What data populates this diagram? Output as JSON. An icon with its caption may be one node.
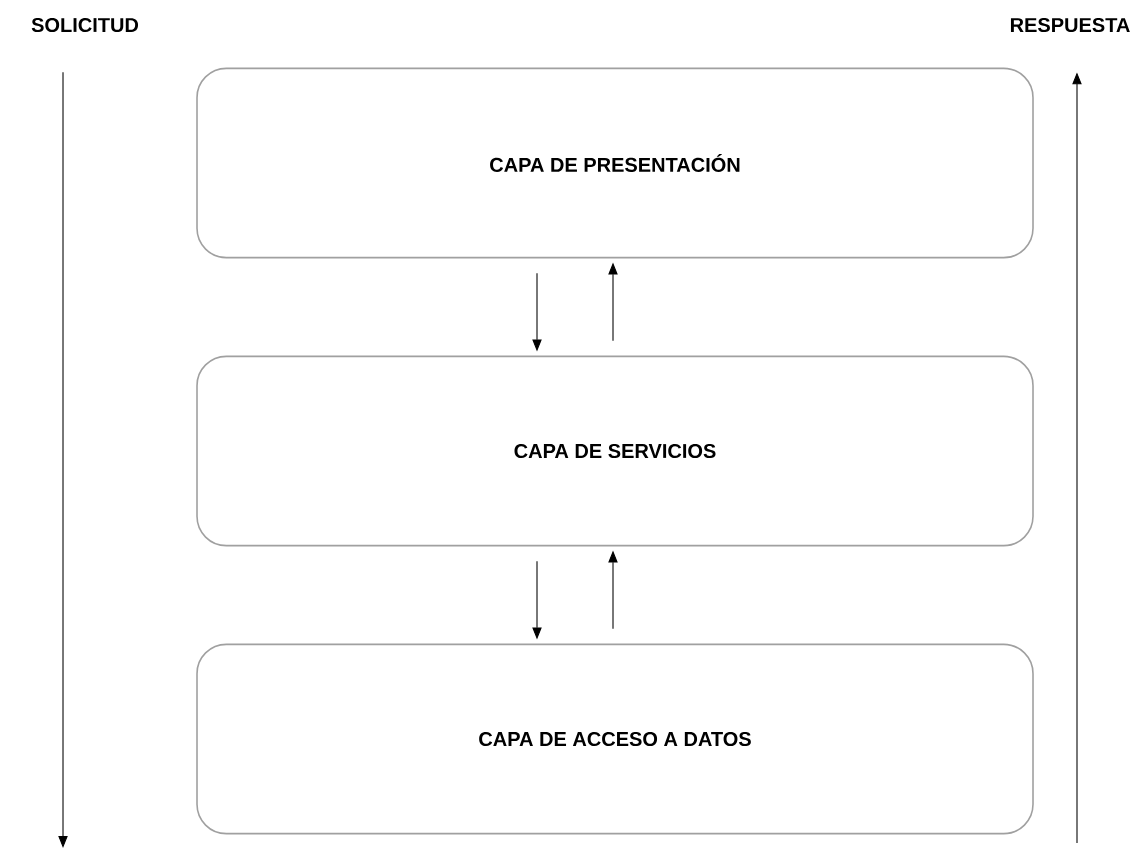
{
  "diagram": {
    "nodes": [
      {
        "text": [
          "SOLICITUD"
        ]
      },
      {
        "text": [
          "RESPUESTA"
        ]
      },
      {
        "text": [
          "CAPA DE PRESENTACIÓN"
        ]
      },
      {
        "text": [
          "CAPA DE SERVICIOS"
        ]
      },
      {
        "text": [
          "CAPA DE ACCESO A DATOS"
        ]
      }
    ],
    "edges": [
      {
        "from": 0,
        "to": null,
        "arrow": "to"
      },
      {
        "from": null,
        "to": 1,
        "arrow": "to"
      },
      {
        "from": 2,
        "to": 3,
        "arrow": "to"
      },
      {
        "from": 3,
        "to": 2,
        "arrow": "to"
      },
      {
        "from": 3,
        "to": 4,
        "arrow": "to"
      },
      {
        "from": 4,
        "to": 3,
        "arrow": "to"
      }
    ]
  }
}
